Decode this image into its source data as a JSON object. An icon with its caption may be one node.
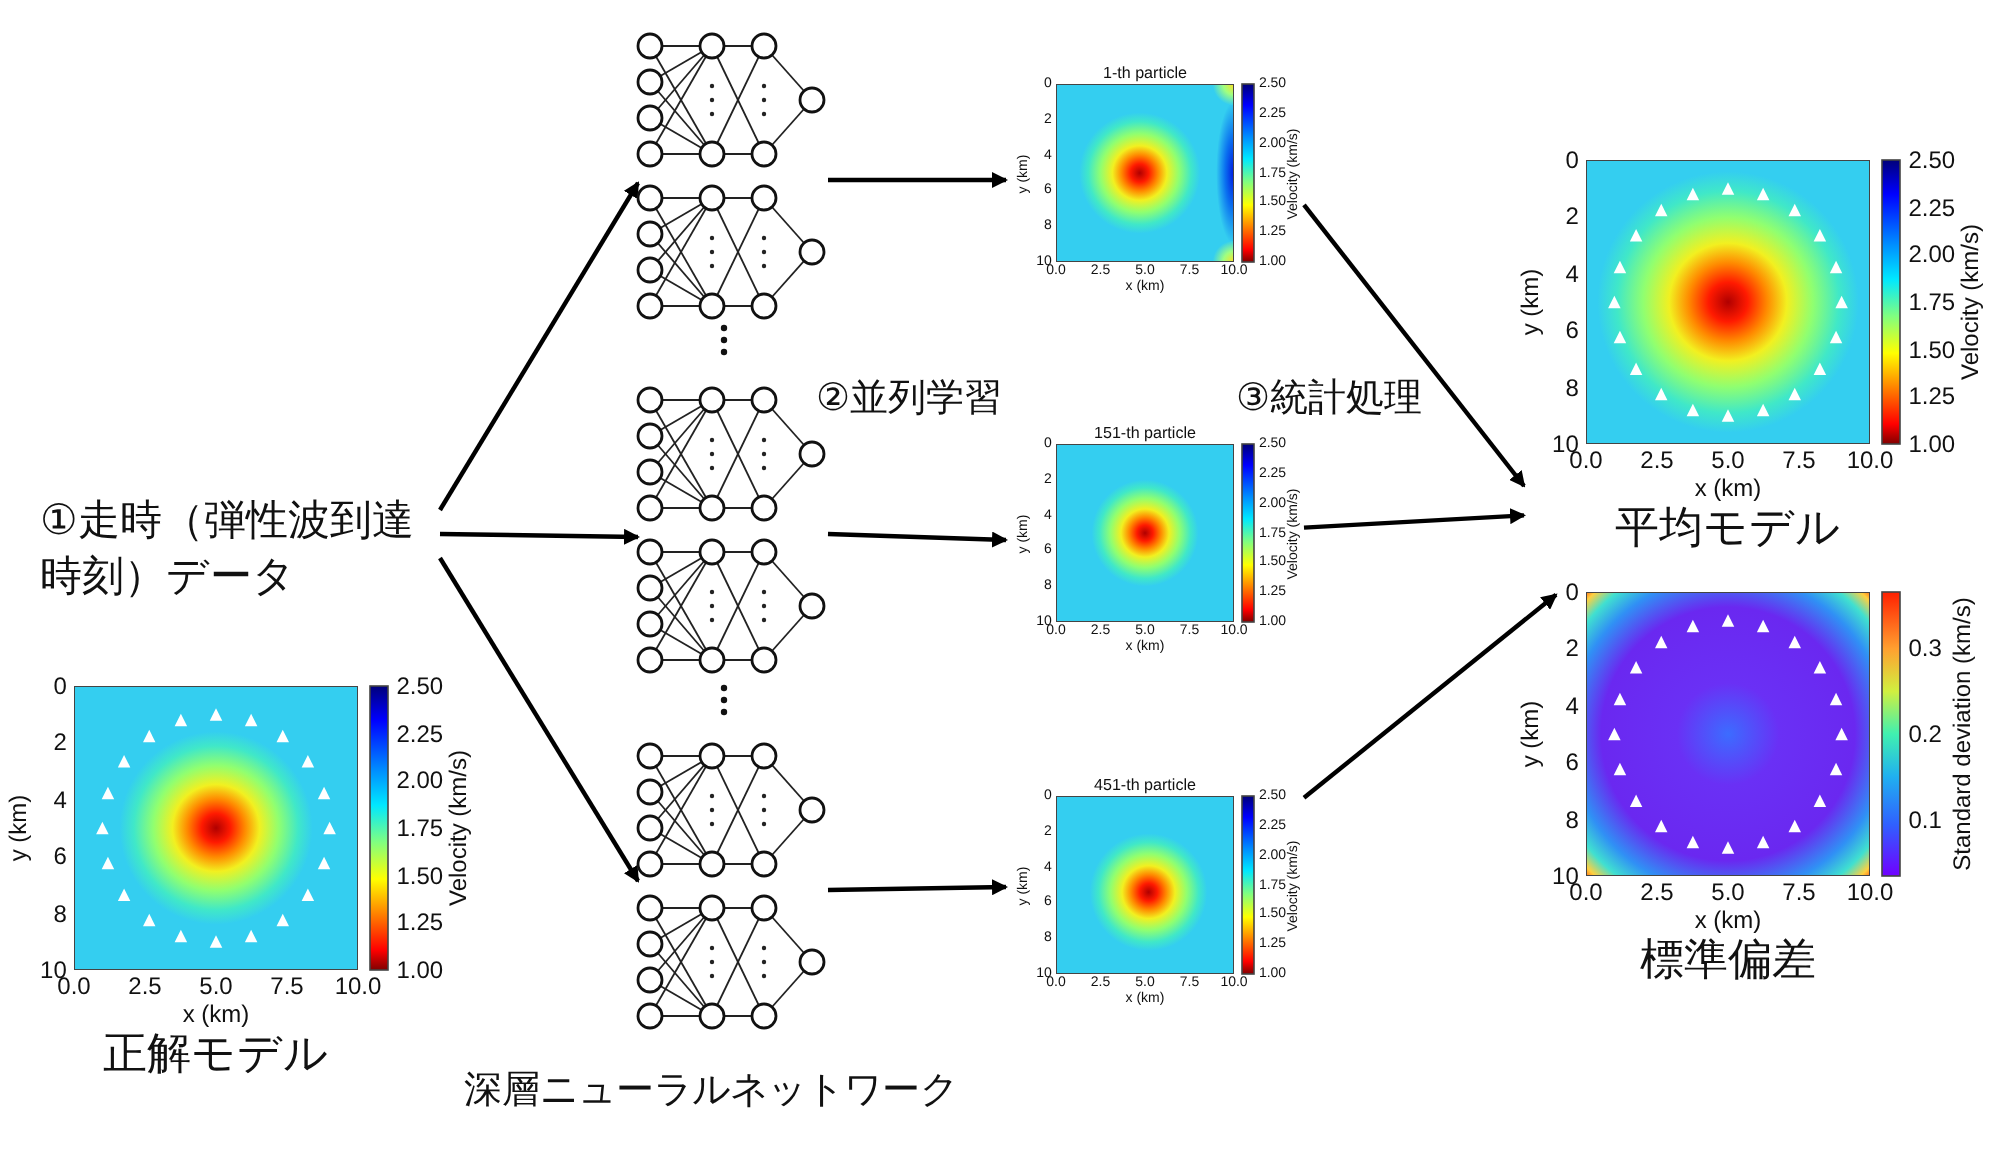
{
  "diagram": {
    "nodes": [
      {
        "text": [
          "①走時（弾性波到達時刻）データ"
        ]
      },
      {
        "text": [],
        "shape": "network"
      },
      {
        "text": [],
        "shape": "network"
      },
      {
        "text": [],
        "shape": "network"
      },
      {
        "text": [
          "1-th particle"
        ]
      },
      {
        "text": [
          "151-th particle"
        ]
      },
      {
        "text": [
          "451-th particle"
        ]
      },
      {
        "text": [
          "平均モデル"
        ]
      },
      {
        "text": [
          "標準偏差"
        ]
      },
      {
        "text": [
          "正解モデル"
        ]
      }
    ],
    "edges": [
      {
        "from": 0,
        "to": 1,
        "arrow": "to"
      },
      {
        "from": 0,
        "to": 2,
        "arrow": "to"
      },
      {
        "from": 0,
        "to": 3,
        "arrow": "to"
      },
      {
        "from": 1,
        "to": 4,
        "arrow": "to"
      },
      {
        "from": 2,
        "to": 5,
        "arrow": "to"
      },
      {
        "from": 3,
        "to": 6,
        "arrow": "to"
      },
      {
        "from": 4,
        "to": 7,
        "arrow": "to"
      },
      {
        "from": 5,
        "to": 7,
        "arrow": "to"
      },
      {
        "from": 6,
        "to": 8,
        "arrow": "to"
      }
    ],
    "labels": [
      "②並列学習",
      "③統計処理",
      "深層ニューラルネットワーク",
      "x (km)",
      "y (km)",
      "Velocity (km/s)",
      "0",
      "2",
      "4",
      "6",
      "8",
      "10",
      "0.0",
      "2.5",
      "5.0",
      "7.5",
      "10.0",
      "2.50",
      "2.25",
      "2.00",
      "1.75",
      "1.50",
      "1.25",
      "1.00",
      "x (km)",
      "y (km)",
      "Velocity (km/s)",
      "0",
      "2",
      "4",
      "6",
      "8",
      "10",
      "0.0",
      "2.5",
      "5.0",
      "7.5",
      "10.0",
      "2.50",
      "2.25",
      "2.00",
      "1.75",
      "1.50",
      "1.25",
      "1.00",
      "x (km)",
      "y (km)",
      "Velocity (km/s)",
      "0",
      "2",
      "4",
      "6",
      "8",
      "10",
      "0.0",
      "2.5",
      "5.0",
      "7.5",
      "10.0",
      "2.50",
      "2.25",
      "2.00",
      "1.75",
      "1.50",
      "1.25",
      "1.00",
      "x (km)",
      "y (km)",
      "Velocity (km/s)",
      "0",
      "2",
      "4",
      "6",
      "8",
      "10",
      "0.0",
      "2.5",
      "5.0",
      "7.5",
      "10.0",
      "2.50",
      "2.25",
      "2.00",
      "1.75",
      "1.50",
      "1.25",
      "1.00",
      "x (km)",
      "y (km)",
      "Standard deviation (km/s)",
      "0",
      "2",
      "4",
      "6",
      "8",
      "10",
      "0.0",
      "2.5",
      "5.0",
      "7.5",
      "10.0",
      "0.3",
      "0.2",
      "0.1",
      "x (km)",
      "y (km)",
      "Velocity (km/s)",
      "0",
      "2",
      "4",
      "6",
      "8",
      "10",
      "0.0",
      "2.5",
      "5.0",
      "7.5",
      "10.0",
      "2.50",
      "2.25",
      "2.00",
      "1.75",
      "1.50",
      "1.25",
      "1.00"
    ]
  }
}
